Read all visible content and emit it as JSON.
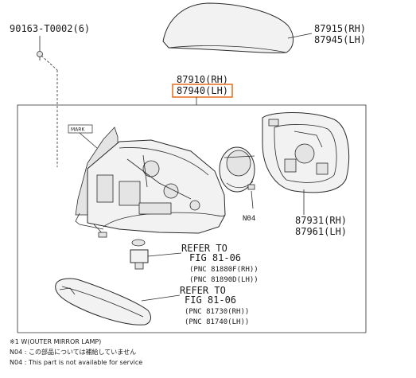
{
  "labels": {
    "bolt": "90163-T0002(6)",
    "cover_rh": "87915(RH)",
    "cover_lh": "87945(LH)",
    "assy_rh": "87910(RH)",
    "assy_lh": "87940(LH)",
    "mark": "MARK",
    "glass_rh": "87931(RH)",
    "glass_lh": "87961(LH)",
    "motor_note": "N04"
  },
  "refer1": {
    "title": "REFER TO",
    "fig": "FIG 81-06",
    "pnc1": "(PNC 81880F(RH))",
    "pnc2": "(PNC 81890D(LH))"
  },
  "refer2": {
    "title": "REFER TO",
    "fig": "FIG 81-06",
    "pnc1": "(PNC 81730(RH))",
    "pnc2": "(PNC 81740(LH))"
  },
  "footnotes": {
    "line1": "※1 W(OUTER MIRROR LAMP)",
    "line2": "N04 :  この部品については補給していません",
    "line3": "N04 :  This part is not available for service"
  },
  "colors": {
    "highlight": "#e8742a"
  }
}
